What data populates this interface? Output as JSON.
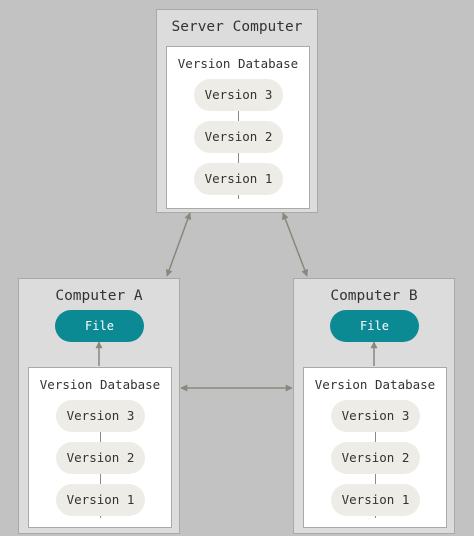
{
  "server": {
    "title": "Server Computer",
    "database": {
      "title": "Version Database",
      "versions": [
        "Version 3",
        "Version 2",
        "Version 1"
      ]
    }
  },
  "computer_a": {
    "title": "Computer A",
    "file_label": "File",
    "database": {
      "title": "Version Database",
      "versions": [
        "Version 3",
        "Version 2",
        "Version 1"
      ]
    }
  },
  "computer_b": {
    "title": "Computer B",
    "file_label": "File",
    "database": {
      "title": "Version Database",
      "versions": [
        "Version 3",
        "Version 2",
        "Version 1"
      ]
    }
  },
  "colors": {
    "background": "#c2c2c2",
    "box": "#dcdcdc",
    "file": "#0b8a94",
    "pill": "#eeece6",
    "arrow": "#8a877c"
  }
}
